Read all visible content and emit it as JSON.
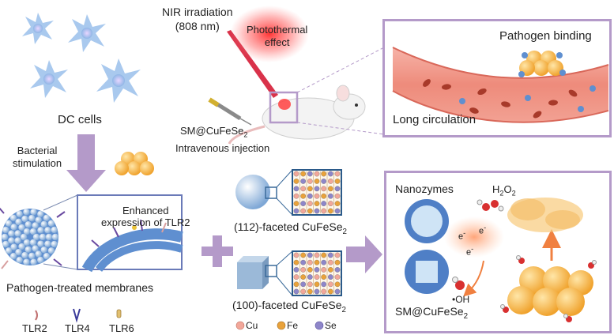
{
  "dc_cells_label": "DC cells",
  "bacterial_stimulation": [
    "Bacterial",
    "stimulation"
  ],
  "nir_irradiation": [
    "NIR irradiation",
    "(808 nm)"
  ],
  "photothermal_effect": [
    "Photothermal",
    "effect"
  ],
  "sm_cufese2_injection": {
    "main": "SM@CuFeSe",
    "sub": "2"
  },
  "intravenous_injection": "Intravenous injection",
  "pathogen_binding": "Pathogen binding",
  "long_circulation": "Long circulation",
  "enhanced_expression": [
    "Enhanced",
    "expression of TLR2"
  ],
  "pathogen_treated_membranes": "Pathogen-treated membranes",
  "tlr_legend": [
    "TLR2",
    "TLR4",
    "TLR6"
  ],
  "facet_112": {
    "main": "(112)-faceted CuFeSe",
    "sub": "2"
  },
  "facet_100": {
    "main": "(100)-faceted CuFeSe",
    "sub": "2"
  },
  "element_legend": [
    "Cu",
    "Fe",
    "Se"
  ],
  "nanozymes": "Nanozymes",
  "h2o2": {
    "main": "H",
    "sub1": "2",
    "mid": "O",
    "sub2": "2"
  },
  "electron_label": "e",
  "hydroxyl_radical": "•OH",
  "sm_cufese2_nanozyme": {
    "main": "SM@CuFeSe",
    "sub": "2"
  },
  "colors": {
    "panel_border": "#b49ac9",
    "arrow_purple": "#b49ac9",
    "arrow_orange": "#f08040",
    "cell_blue": "#9fc3e8",
    "nano_orange": "#f5b340",
    "vessel_red": "#e98575",
    "cu_pink": "#f2a79a",
    "fe_orange": "#e9a23a",
    "se_purple": "#8e86c9"
  }
}
